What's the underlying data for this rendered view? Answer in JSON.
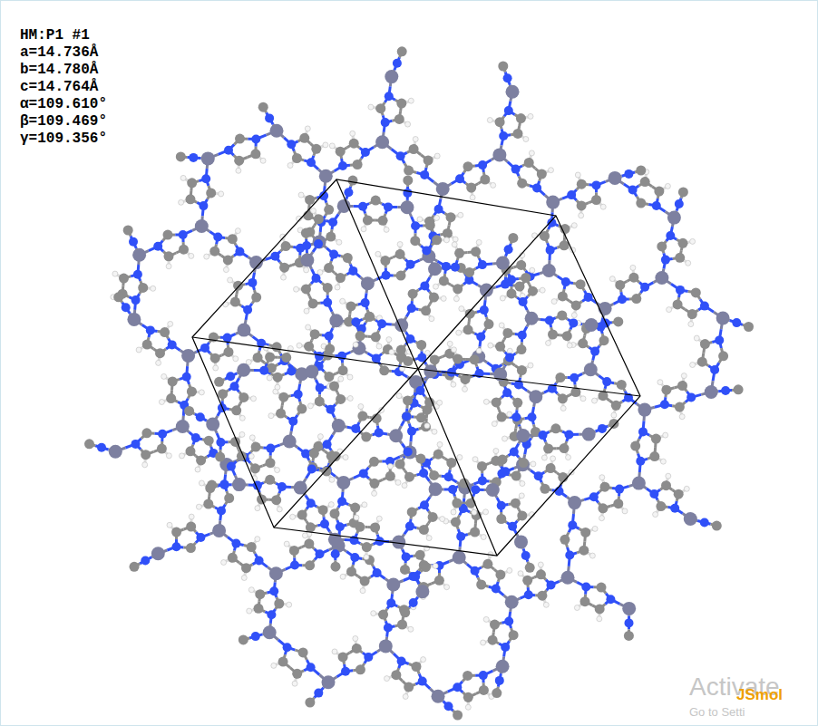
{
  "diagram": {
    "labels": [
      "HM:P1 #1",
      "a=14.736Å",
      "b=14.780Å",
      "c=14.764Å",
      "α=109.610°",
      "β=109.469°",
      "γ=109.356°",
      "Activate",
      "Go to Setti",
      "JSmol"
    ]
  }
}
